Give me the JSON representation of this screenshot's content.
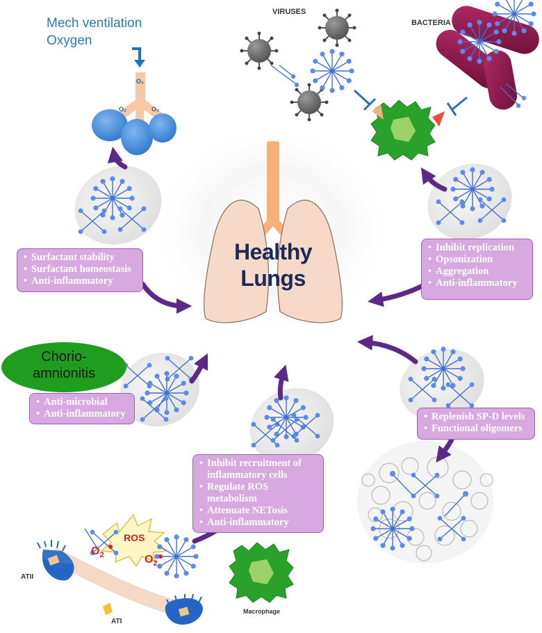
{
  "labels": {
    "mech_line1": "Mech ventilation",
    "mech_line2": "Oxygen",
    "viruses": "VIRUSES",
    "bacteria": "BACTERIA",
    "healthy_line1": "Healthy",
    "healthy_line2": "Lungs",
    "chorio_line1": "Chorio-",
    "chorio_line2": "amnionitis",
    "ros": "ROS",
    "o2_big": "O",
    "o2_sub": "2",
    "o2_small": "O₂",
    "atii": "ATII",
    "ati": "ATI",
    "macrophage": "Macrophage"
  },
  "boxes": {
    "surfactant": [
      "Surfactant stability",
      "Surfactant homeostasis",
      "Anti-inflammatory"
    ],
    "pathogens": [
      "Inhibit replication",
      "Opsonization",
      "Aggregation",
      "Anti-inflammatory"
    ],
    "replenish": [
      "Replenish SP-D levels",
      "Functional oligomers"
    ],
    "antimicrobial": [
      "Anti-microbial",
      "Anti-inflammatory"
    ],
    "inhibit": [
      "Inhibit recruitment of",
      "inflammatory cells",
      "Regulate ROS",
      "metabolism",
      "Attenuate NETosis",
      "Anti-inflammatory"
    ]
  },
  "colors": {
    "arrow": "#5b2a86",
    "box_fill": "#d8a8e0",
    "spd_blue": "#3f6fd1",
    "virus_gray": "#6e6e6e",
    "bacteria": "#8e1a4a",
    "macrophage": "#2aa12a",
    "lung": "#f6d9c9",
    "trachea": "#f7b07a",
    "oxygen_blue": "#4a8fd8",
    "inhibit_blue": "#2a6fb8"
  }
}
